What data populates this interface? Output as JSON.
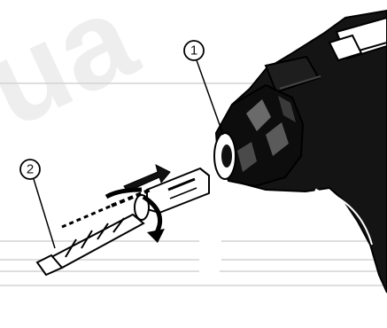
{
  "callouts": [
    {
      "id": "1",
      "label": "1",
      "target": "chuck"
    },
    {
      "id": "2",
      "label": "2",
      "target": "drill-bit"
    }
  ],
  "watermark": {
    "text": "ua",
    "color": "#d0d0d0"
  },
  "colors": {
    "ink": "#111111",
    "body": "#1a1a1a",
    "highlight": "#5a5a5a",
    "line": "#cfcfcf"
  }
}
